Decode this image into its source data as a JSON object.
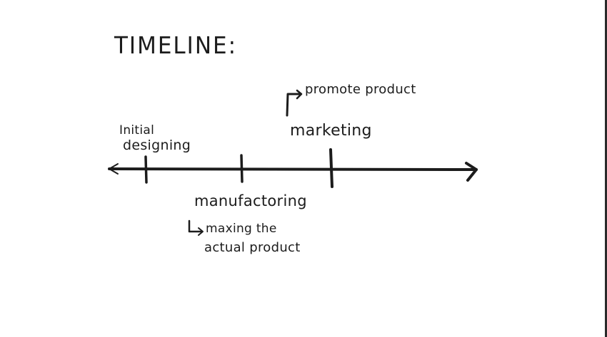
{
  "title": "TIMELINE:",
  "timeline": {
    "line_color": "#1c1c1c",
    "events": [
      {
        "id": "initial-designing",
        "label_lines": [
          "Initial",
          "designing"
        ],
        "position": "above"
      },
      {
        "id": "manufactoring",
        "label": "manufactoring",
        "position": "below",
        "note_lines": [
          "maxing the",
          "actual product"
        ]
      },
      {
        "id": "marketing",
        "label": "marketing",
        "position": "above",
        "note": "promote product"
      }
    ]
  }
}
